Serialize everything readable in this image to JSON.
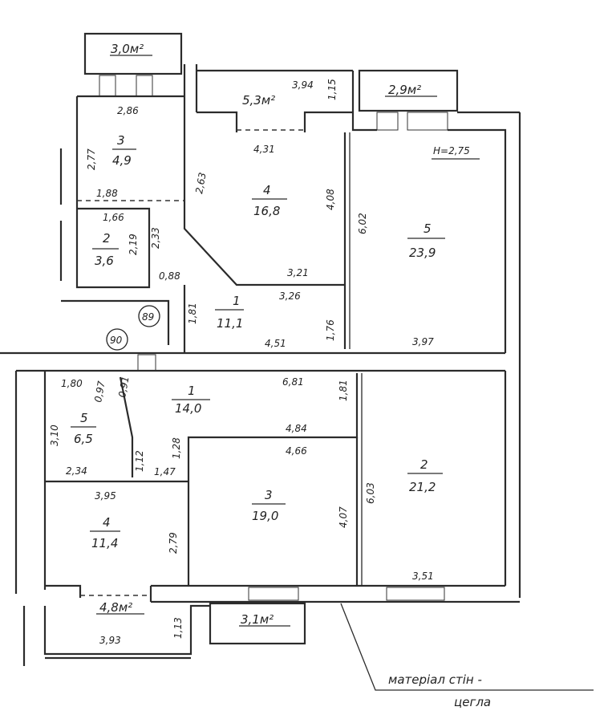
{
  "upper": {
    "balcony_top_left": "3,0м²",
    "balcony_top_mid": "5,3м²",
    "balcony_top_mid_dim": "3,94",
    "balcony_top_mid_side": "1,15",
    "balcony_top_right": "2,9м²",
    "height_label": "H=2,75",
    "rooms": [
      {
        "num": "3",
        "area": "4,9"
      },
      {
        "num": "2",
        "area": "3,6"
      },
      {
        "num": "4",
        "area": "16,8"
      },
      {
        "num": "5",
        "area": "23,9"
      },
      {
        "num": "1",
        "area": "11,1"
      }
    ],
    "dims": {
      "r3_top": "2,86",
      "r3_side": "2,77",
      "r3_bottom": "1,88",
      "r2_top": "1,66",
      "r2_side1": "2,19",
      "r2_side2": "2,33",
      "r2_bottom": "0,88",
      "r4_top": "4,31",
      "r4_diag": "2,63",
      "r4_side": "4,08",
      "r4_bottom": "3,21",
      "r5_side": "6,02",
      "r5_bottom": "3,97",
      "r1_top": "3,26",
      "r1_side": "1,81",
      "r1_side2": "1,76",
      "r1_bottom": "4,51"
    },
    "circle_label": "89"
  },
  "lower": {
    "circle_label": "90",
    "rooms": [
      {
        "num": "1",
        "area": "14,0"
      },
      {
        "num": "5",
        "area": "6,5"
      },
      {
        "num": "2",
        "area": "21,2"
      },
      {
        "num": "3",
        "area": "19,0"
      },
      {
        "num": "4",
        "area": "11,4"
      }
    ],
    "dims": {
      "r5_top": "1,80",
      "r5_d1": "0,97",
      "r5_d2": "0,91",
      "r5_side": "3,10",
      "r5_bottom": "2,34",
      "r5_a": "1,12",
      "r5_b": "1,28",
      "r5_c": "1,47",
      "r1_top": "6,81",
      "r1_side": "1,81",
      "r1_mid": "4,84",
      "r3_top": "4,66",
      "r3_side": "4,07",
      "r4_top": "3,95",
      "r4_side": "2,79",
      "r2_side": "6,03",
      "r2_bottom": "3,51",
      "balc_side": "1,13",
      "balc_bottom": "3,93"
    },
    "balcony_left": "4,8м²",
    "balcony_mid": "3,1м²"
  },
  "note": {
    "line1": "матеріал стін -",
    "line2": "цегла"
  }
}
